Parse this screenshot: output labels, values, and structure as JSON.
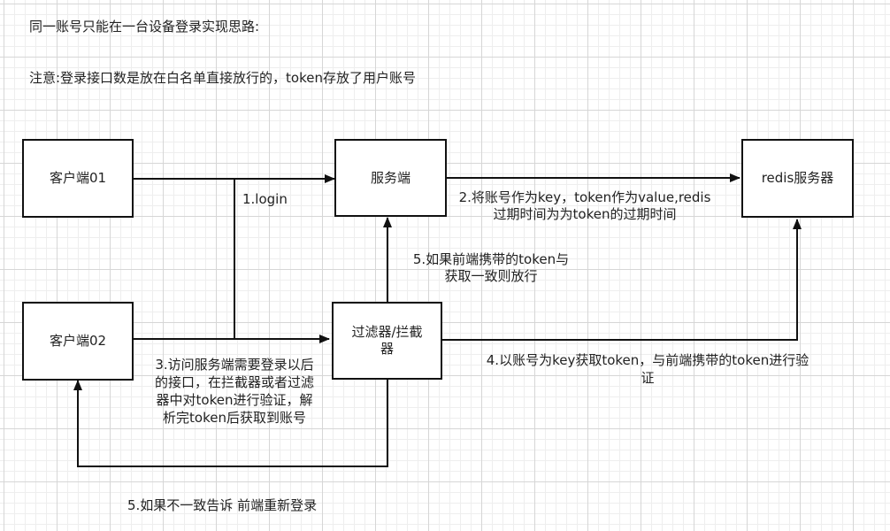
{
  "header": {
    "title": "同一账号只能在一台设备登录实现思路:",
    "note": "注意:登录接口数是放在白名单直接放行的，token存放了用户账号"
  },
  "nodes": {
    "client01": "客户端01",
    "server": "服务端",
    "redis": "redis服务器",
    "client02": "客户端02",
    "filter": "过滤器/拦截器"
  },
  "labels": {
    "step1": "1.login",
    "step2_line1": "2.将账号作为key，token作为value,redis",
    "step2_line2": "过期时间为为token的过期时间",
    "step5a_line1": "5.如果前端携带的token与",
    "step5a_line2": "获取一致则放行",
    "step3_line1": "3.访问服务端需要登录以后",
    "step3_line2": "的接口，在拦截器或者过滤",
    "step3_line3": "器中对token进行验证，解",
    "step3_line4": "析完token后获取到账号",
    "step4_line1": "4.以账号为key获取token，与前端携带的token进行验",
    "step4_line2": "证",
    "step5b": "5.如果不一致告诉 前端重新登录"
  },
  "colors": {
    "line": "#111111",
    "grid": "#d6d6d6",
    "box_border": "#111111"
  }
}
